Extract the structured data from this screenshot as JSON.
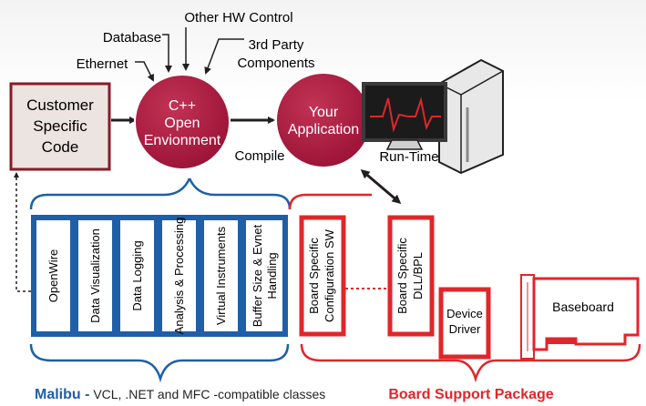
{
  "inputs": {
    "other_hw": "Other HW Control",
    "database": "Database",
    "third_party_line1": "3rd Party",
    "third_party_line2": "Components",
    "ethernet": "Ethernet"
  },
  "customer_code": {
    "line1": "Customer",
    "line2": "Specific",
    "line3": "Code"
  },
  "cpp_env": {
    "line1": "C++",
    "line2": "Open",
    "line3": "Envionment"
  },
  "app": {
    "line1": "Your",
    "line2": "Application"
  },
  "labels": {
    "compile": "Compile",
    "runtime": "Run-Time"
  },
  "malibu_components": [
    {
      "line1": "OpenWire",
      "line2": ""
    },
    {
      "line1": "Data Visualization",
      "line2": ""
    },
    {
      "line1": "Data Logging",
      "line2": ""
    },
    {
      "line1": "Analysis & Processing",
      "line2": ""
    },
    {
      "line1": "Virtual Instruments",
      "line2": ""
    },
    {
      "line1": "Buffer Size & Evnet",
      "line2": "Handling"
    }
  ],
  "bsp_components": {
    "config": {
      "line1": "Board Specific",
      "line2": "Configuration SW"
    },
    "dll": {
      "line1": "Board Specific",
      "line2": "DLL/BPL"
    },
    "driver": {
      "line1": "Device",
      "line2": "Driver"
    },
    "baseboard": "Baseboard"
  },
  "footer": {
    "malibu_name": "Malibu -",
    "malibu_desc": " VCL, .NET and MFC -compatible classes",
    "bsp": "Board Support Package"
  },
  "colors": {
    "crimson": "#a8143c",
    "blue": "#1f5fa8",
    "red": "#e0262a",
    "box_border": "#8a1a28"
  }
}
